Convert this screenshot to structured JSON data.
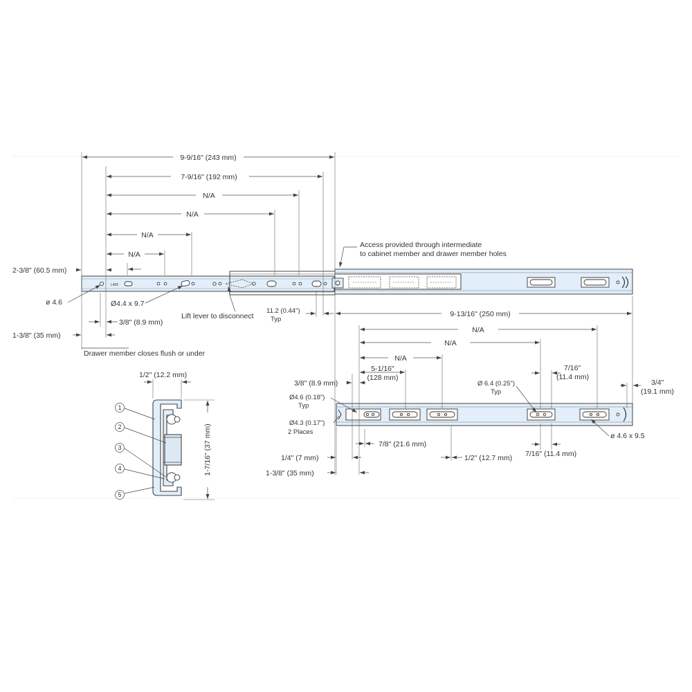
{
  "top_dims": {
    "overall": "9-9/16\" (243 mm)",
    "d192": "7-9/16\" (192 mm)",
    "na1": "N/A",
    "na2": "N/A",
    "na3": "N/A",
    "na4": "N/A",
    "front": "2-3/8\" (60.5 mm)"
  },
  "drawer_member": {
    "hole_dia": "ø 4.6",
    "slot": "Ø4.4 x 9.7",
    "three_eighths": "3/8\" (8.9 mm)",
    "one_three_eighths": "1-3/8\" (35 mm)",
    "closes_note": "Drawer member closes flush or under",
    "lift_lever": "Lift lever to disconnect",
    "small_logo": "L405"
  },
  "access_note": {
    "line1": "Access provided through intermediate",
    "line2": "to cabinet member and drawer member holes"
  },
  "gap": {
    "value": "11.2 (0.44\")",
    "typ": "Typ"
  },
  "cabinet_member": {
    "length": "9-13/16\" (250 mm)",
    "na1": "N/A",
    "na2": "N/A",
    "na3": "N/A",
    "d128_a": "5-1/16\"",
    "d128_b": "(128 mm)",
    "seven_sixteenths_a": "7/16\"",
    "seven_sixteenths_b": "(11.4 mm)",
    "three_quarter_a": "3/4\"",
    "three_quarter_b": "(19.1 mm)",
    "three_eighths": "3/8\" (8.9 mm)",
    "hole46_a": "Ø4.6 (0.18\")",
    "hole46_b": "Typ",
    "hole43_a": "Ø4.3 (0.17\")",
    "hole43_b": "2 Places",
    "hole64_a": "Ø 6.4 (0.25\")",
    "hole64_b": "Typ",
    "slot": "ø 4.6 x 9.5",
    "seven_eighths": "7/8\" (21.6 mm)",
    "half": "1/2\" (12.7 mm)",
    "seven_sixteenths_bottom": "7/16\" (11.4 mm)",
    "quarter": "1/4\" (7 mm)",
    "one_three_eighths": "1-3/8\" (35 mm)"
  },
  "section": {
    "width": "1/2\" (12.2 mm)",
    "height": "1-7/16\" (37 mm)",
    "bubbles": [
      "1",
      "2",
      "3",
      "4",
      "5"
    ]
  }
}
